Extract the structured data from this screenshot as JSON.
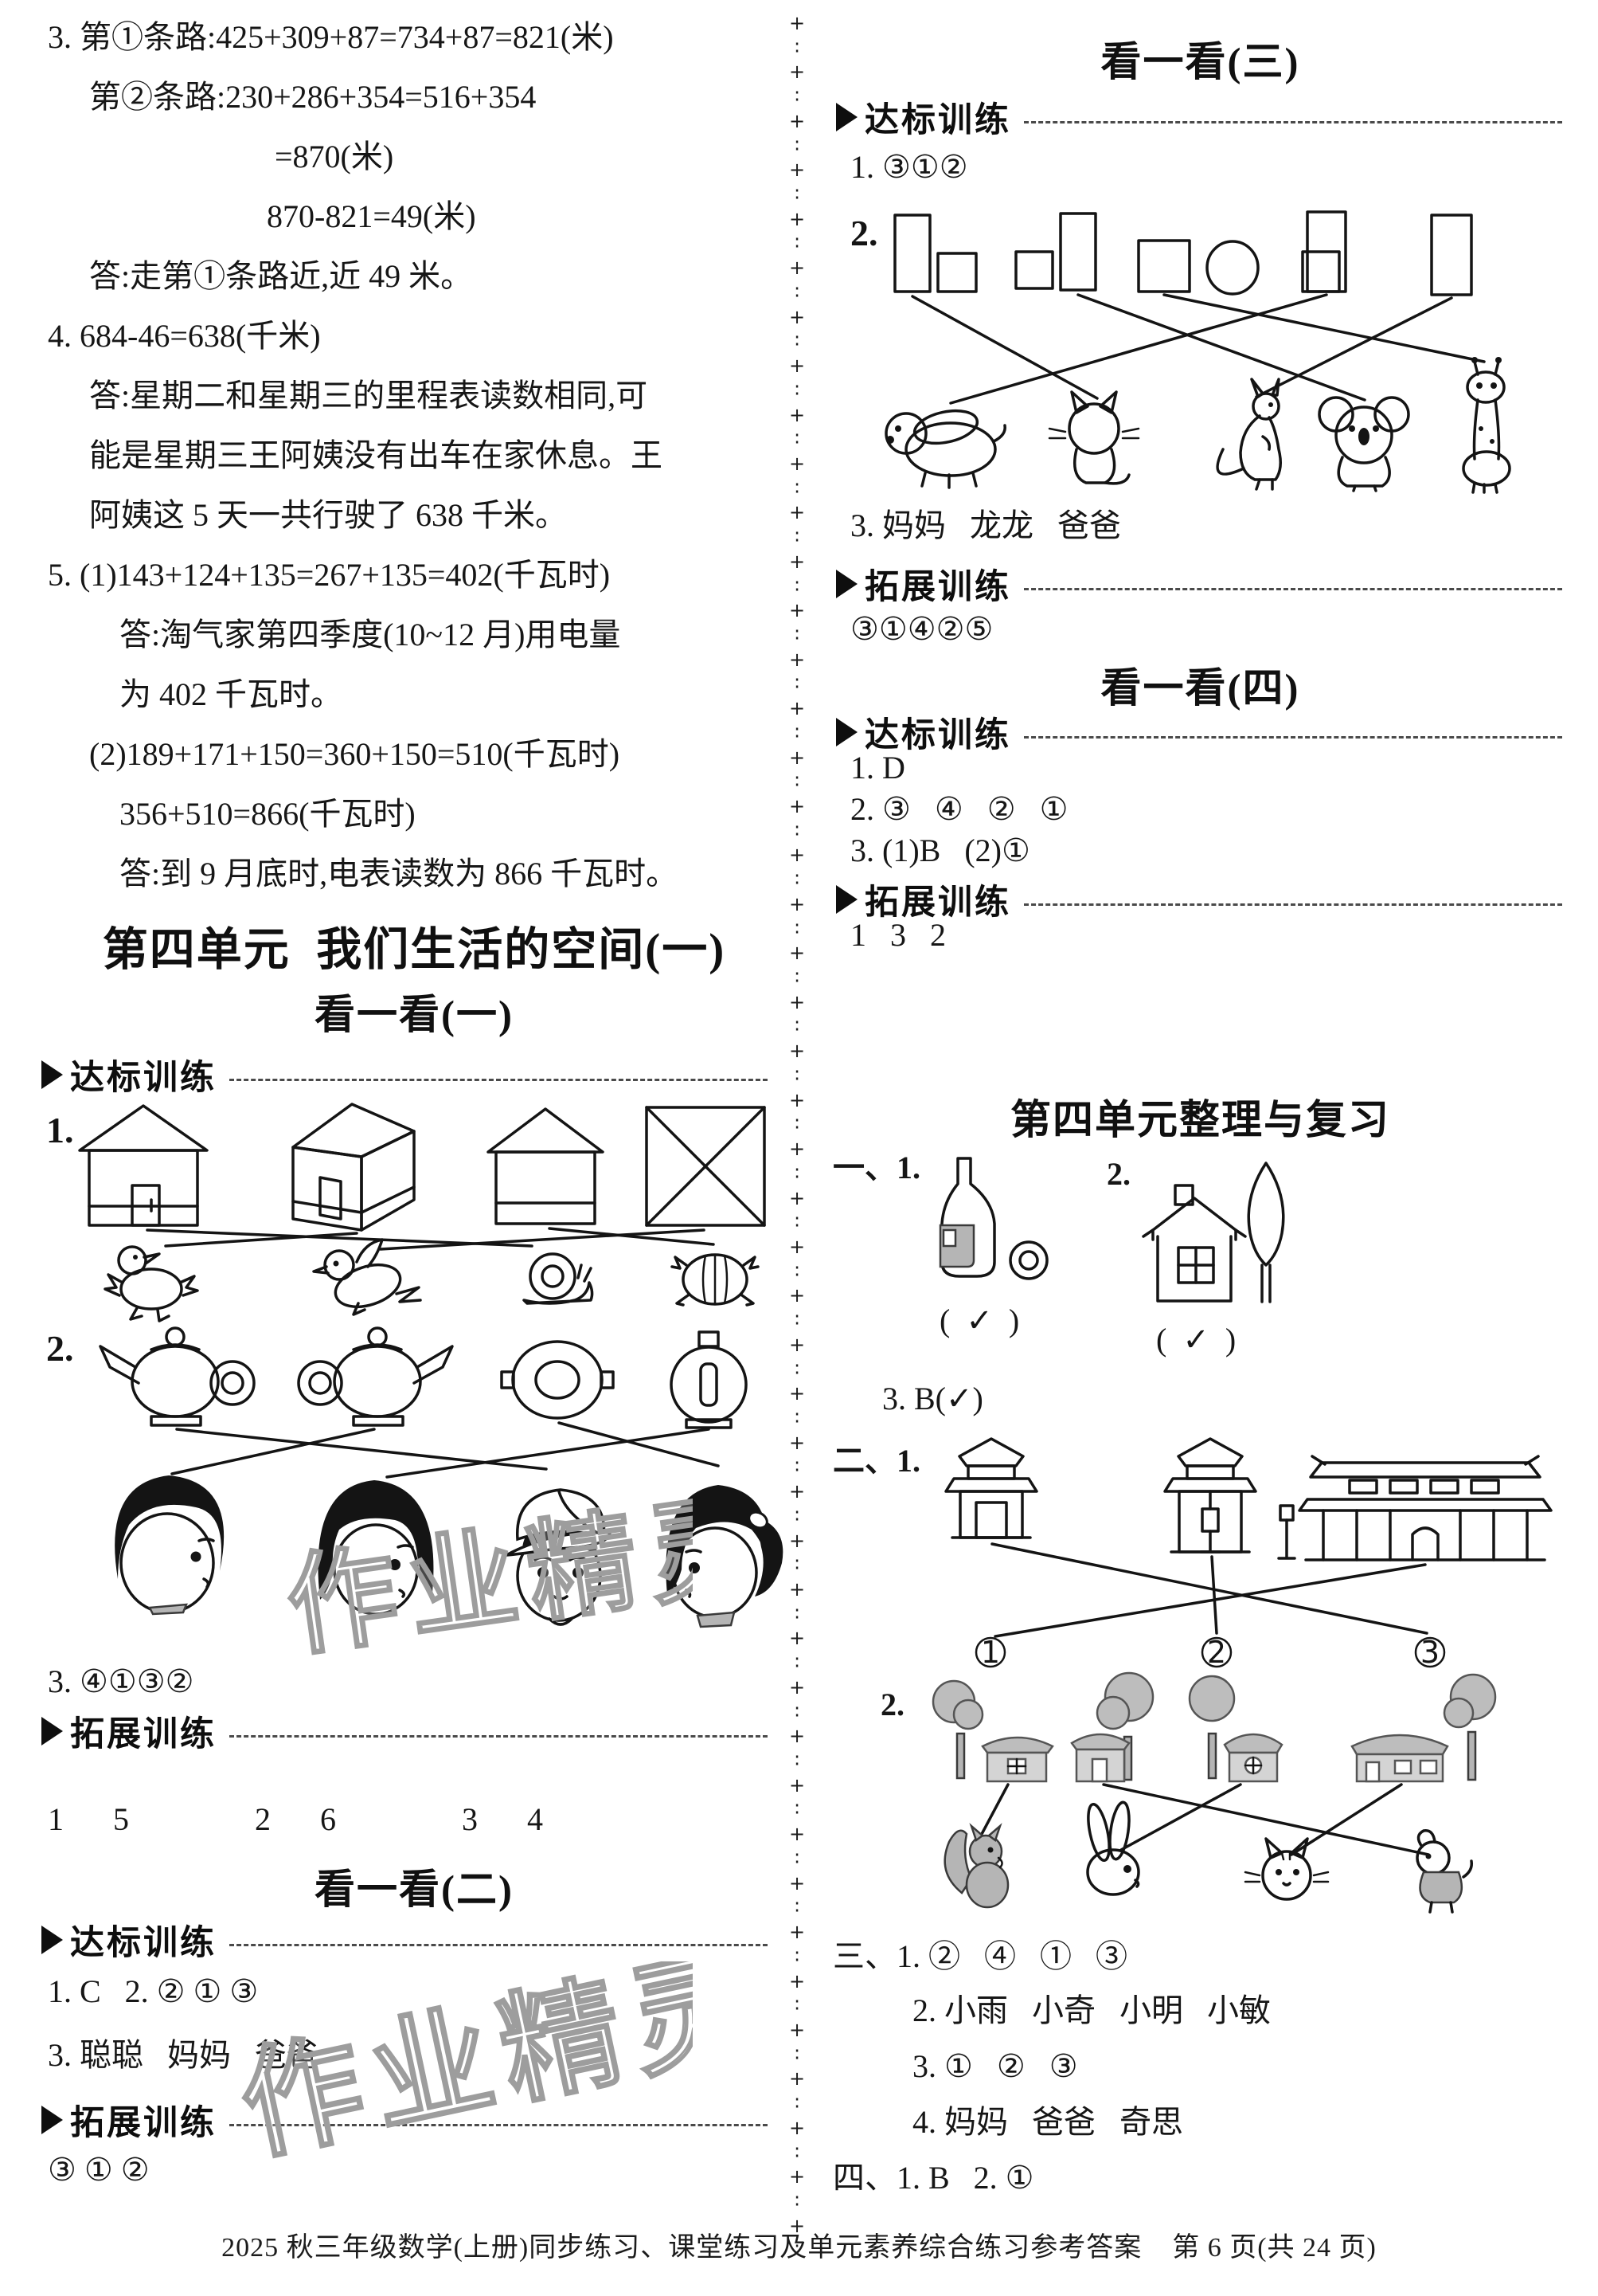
{
  "colors": {
    "ink": "#141414",
    "label_gray": "#b5b5b5",
    "house_gray": "#bdbdbd",
    "watermark_gray": "#9d9d9d",
    "paper": "#ffffff"
  },
  "watermark": "作业精灵",
  "divider": {
    "glyphs": [
      "+",
      "∶"
    ],
    "count": 46
  },
  "labels": {
    "standard": "达标训练",
    "expand": "拓展训练"
  },
  "footer": "2025 秋三年级数学(上册)同步练习、课堂练习及单元素养综合练习参考答案    第 6 页(共 24 页)",
  "left": {
    "body_lines": [
      "3. 第①条路:425+309+87=734+87=821(米)",
      "第②条路:230+286+354=516+354",
      "=870(米)",
      "870-821=49(米)",
      "答:走第①条路近,近 49 米。",
      "4. 684-46=638(千米)",
      "答:星期二和星期三的里程表读数相同,可",
      "能是星期三王阿姨没有出车在家休息。王",
      "阿姨这 5 天一共行驶了 638 千米。",
      "5. (1)143+124+135=267+135=402(千瓦时)",
      "答:淘气家第四季度(10~12 月)用电量",
      "为 402 千瓦时。",
      "(2)189+171+150=360+150=510(千瓦时)",
      "356+510=866(千瓦时)",
      "答:到 9 月底时,电表读数为 866 千瓦时。"
    ],
    "unit_heading": "第四单元  我们生活的空间(一)",
    "section1_title": "看一看(一)",
    "ans3": "3. ④①③②",
    "expand1_answer": "1  5      2  6      3  4",
    "section2_title": "看一看(二)",
    "sec2_ans1": "1. C   2. ② ① ③",
    "sec2_ans3": "3. 聪聪   妈妈   爸爸",
    "sec2_expand": "③ ① ②"
  },
  "right": {
    "sec3_title": "看一看(三)",
    "sec3_ans1": "1. ③①②",
    "sec3_ans3": "3. 妈妈   龙龙   爸爸",
    "sec3_expand": "③①④②⑤",
    "sec4_title": "看一看(四)",
    "sec4_ans1": "1. D",
    "sec4_ans2": "2. ③   ④   ②   ①",
    "sec4_ans3": "3. (1)B   (2)①",
    "sec4_expand": "1   3   2",
    "review_title": "第四单元整理与复习",
    "rev1_label": "一、1.",
    "rev1_check": "(  ✓  )",
    "rev2_label": "2.",
    "rev2_check": "(  ✓  )",
    "rev3": "3. B(✓)",
    "rev_sec2_label": "二、1.",
    "fig7_label": "2.",
    "rev_sec3_1": "三、1. ②   ④   ①   ③",
    "rev_sec3_2": "2. 小雨   小奇   小明   小敏",
    "rev_sec3_3": "3. ①   ②   ③",
    "rev_sec3_4": "4. 妈妈   爸爸   奇思",
    "rev_sec4": "四、1. B   2. ①"
  },
  "figures": {
    "fig1": {
      "label": "1.",
      "top_items": [
        "house-front",
        "house-3d",
        "house-front-band",
        "rectangle-with-x"
      ],
      "bottom_items": [
        "duck",
        "bird",
        "snail",
        "frog"
      ],
      "connections": [
        [
          "house-front",
          "snail"
        ],
        [
          "house-3d",
          "duck"
        ],
        [
          "house-front-band",
          "frog"
        ],
        [
          "rectangle-with-x",
          "bird"
        ]
      ]
    },
    "fig2": {
      "label": "2.",
      "top_items": [
        "teapot-spout-left",
        "teapot-spout-right",
        "teapot-top-view",
        "teapot-front-view"
      ],
      "bottom_items": [
        "boy",
        "girl-bob",
        "boy-cap",
        "girl-ponytail"
      ],
      "connections": [
        [
          "teapot-spout-left",
          "boy-cap"
        ],
        [
          "teapot-spout-right",
          "boy"
        ],
        [
          "teapot-top-view",
          "girl-ponytail"
        ],
        [
          "teapot-front-view",
          "girl-bob"
        ]
      ]
    },
    "fig3": {
      "label": "2.",
      "top_items": [
        "tall-rect-and-square",
        "square-and-tall-rect",
        "square-and-circle",
        "tall-rect-overlap-square",
        "tall-rect"
      ],
      "bottom_items": [
        "dog",
        "cat-back",
        "kangaroo",
        "koala",
        "giraffe"
      ],
      "connections": [
        [
          "tall-rect-and-square",
          "cat-back"
        ],
        [
          "square-and-tall-rect",
          "koala"
        ],
        [
          "square-and-circle",
          "giraffe"
        ],
        [
          "tall-rect-overlap-square",
          "dog"
        ],
        [
          "tall-rect",
          "kangaroo"
        ]
      ]
    },
    "fig4": {
      "items": [
        "bottle-with-label",
        "ring"
      ]
    },
    "fig5": {
      "items": [
        "house-with-window",
        "poplar-tree"
      ]
    },
    "fig6": {
      "items": [
        "pavilion-two-tier",
        "pavilion-with-lamp",
        "palace-gate"
      ],
      "labels": [
        "1",
        "2",
        "3"
      ],
      "connections": [
        [
          "pavilion-two-tier",
          "3"
        ],
        [
          "pavilion-with-lamp",
          "2"
        ],
        [
          "palace-gate",
          "1"
        ]
      ]
    },
    "fig7": {
      "top_items": [
        "tree-and-house",
        "house-and-tree",
        "tree-and-house-2",
        "house-and-tree-2"
      ],
      "bottom_items": [
        "squirrel",
        "rabbit",
        "cat",
        "dog"
      ],
      "connections": [
        [
          "tree-and-house",
          "squirrel"
        ],
        [
          "house-and-tree",
          "dog"
        ],
        [
          "tree-and-house-2",
          "rabbit"
        ],
        [
          "house-and-tree-2",
          "cat"
        ]
      ]
    }
  }
}
